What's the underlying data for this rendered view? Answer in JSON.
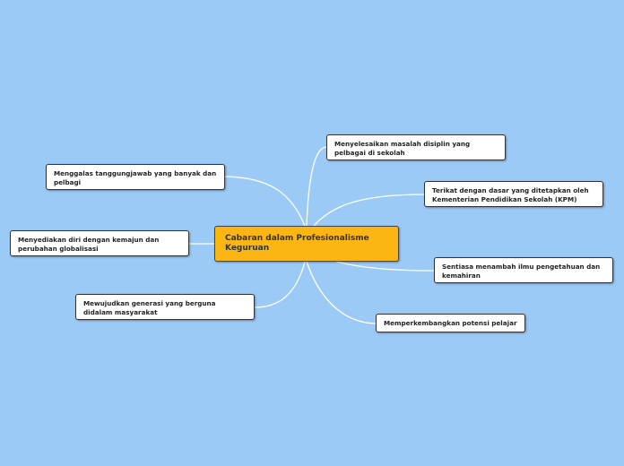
{
  "central_topic": "Cabaran dalam Profesionalisme Keguruan",
  "branches": [
    "Menyelesaikan masalah disiplin yang pelbagai di sekolah",
    "Terikat dengan dasar yang ditetapkan oleh Kementerian Pendidikan Sekolah (KPM)",
    "Sentiasa menambah ilmu pengetahuan dan kemahiran",
    "Memperkembangkan potensi pelajar",
    "Menggalas tanggungjawab yang banyak dan pelbagi",
    "Menyediakan diri dengan kemajun dan perubahan globalisasi",
    "Mewujudkan generasi yang berguna didalam masyarakat"
  ],
  "colors": {
    "background": "#9ccaf6",
    "central": "#fbb614",
    "connector": "#ffffff"
  }
}
